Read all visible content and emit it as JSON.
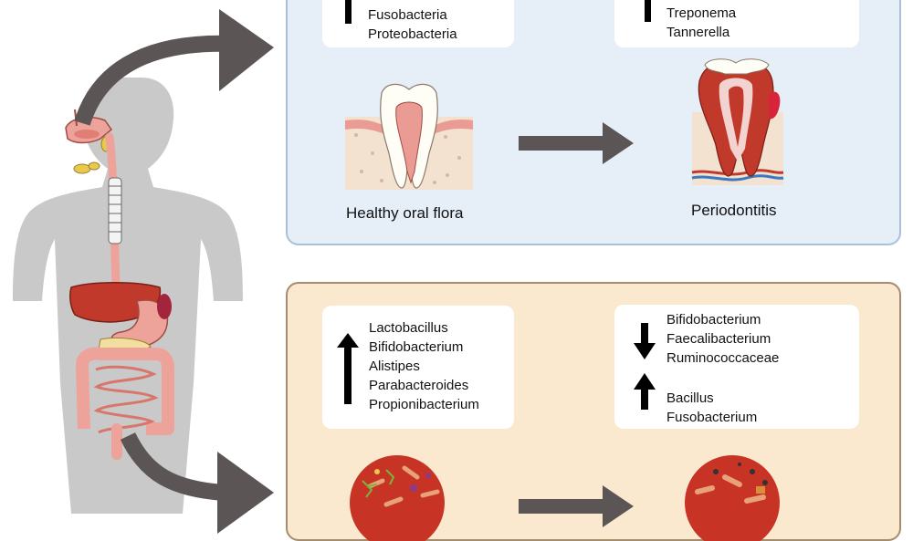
{
  "oral": {
    "healthy_taxa": [
      "Fusobacteria",
      "Proteobacteria"
    ],
    "disease_taxa": [
      "Treponema",
      "Tannerella"
    ],
    "healthy_caption": "Healthy oral flora",
    "disease_caption": "Periodontitis"
  },
  "gut": {
    "healthy_taxa": [
      "Lactobacillus",
      "Bifidobacterium",
      "Alistipes",
      "Parabacteroides",
      "Propionibacterium"
    ],
    "disease_decreased": [
      "Bifidobacterium",
      "Faecalibacterium",
      "Ruminococcaceae"
    ],
    "disease_increased": [
      "Bacillus",
      "Fusobacterium"
    ]
  },
  "colors": {
    "oral_panel_bg": "#e6eef8",
    "gut_panel_bg": "#fbe9cf",
    "body_silhouette": "#c9c9c9",
    "arrow_gray": "#5b5655",
    "tissue_red": "#c0392b",
    "digestive_pink": "#eea39a"
  }
}
